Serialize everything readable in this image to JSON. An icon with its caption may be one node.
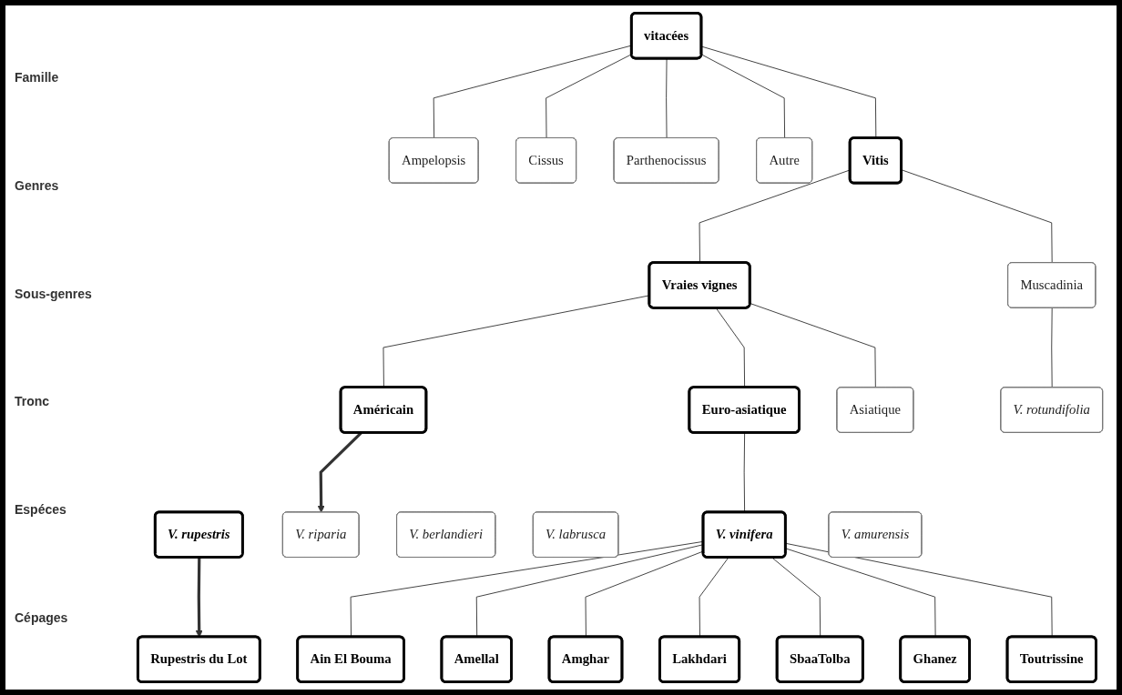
{
  "diagram": {
    "nodes": [
      {
        "text": [
          "vitacées"
        ]
      },
      {
        "text": [
          "Ampelopsis"
        ]
      },
      {
        "text": [
          "Cissus"
        ]
      },
      {
        "text": [
          "Parthenocissus"
        ]
      },
      {
        "text": [
          "Autre"
        ]
      },
      {
        "text": [
          "Vitis"
        ]
      },
      {
        "text": [
          "Vraies vignes"
        ]
      },
      {
        "text": [
          "Muscadinia"
        ]
      },
      {
        "text": [
          "Américain"
        ]
      },
      {
        "text": [
          "Euro-asiatique"
        ]
      },
      {
        "text": [
          "Asiatique"
        ]
      },
      {
        "text": [
          "V. rupestris"
        ]
      },
      {
        "text": [
          "V. riparia"
        ]
      },
      {
        "text": [
          "V. berlandieri"
        ]
      },
      {
        "text": [
          "V. labrusca"
        ]
      },
      {
        "text": [
          "V. vinifera"
        ]
      },
      {
        "text": [
          "V. amurensis"
        ]
      },
      {
        "text": [
          "V. rotundifolia"
        ]
      },
      {
        "text": [
          "Rupestris du Lot"
        ]
      },
      {
        "text": [
          "Ain El Bouma"
        ]
      },
      {
        "text": [
          "Amellal"
        ]
      },
      {
        "text": [
          "Amghar"
        ]
      },
      {
        "text": [
          "Lakhdari"
        ]
      },
      {
        "text": [
          "SbaaTolba"
        ]
      },
      {
        "text": [
          "Ghanez"
        ]
      },
      {
        "text": [
          "Toutrissine"
        ]
      }
    ],
    "edges": [
      {
        "from": 0,
        "to": 1,
        "arrow": "none"
      },
      {
        "from": 0,
        "to": 2,
        "arrow": "none"
      },
      {
        "from": 0,
        "to": 5,
        "arrow": "none"
      },
      {
        "from": 0,
        "to": 3,
        "arrow": "none"
      },
      {
        "from": 0,
        "to": 4,
        "arrow": "none"
      },
      {
        "from": 5,
        "to": 6,
        "arrow": "none"
      },
      {
        "from": 5,
        "to": 7,
        "arrow": "none"
      },
      {
        "from": 6,
        "to": 8,
        "arrow": "none"
      },
      {
        "from": 6,
        "to": 9,
        "arrow": "none"
      },
      {
        "from": 6,
        "to": 10,
        "arrow": "none"
      },
      {
        "from": 7,
        "to": 17,
        "arrow": "none"
      },
      {
        "from": 8,
        "to": 12,
        "arrow": "to",
        "style": "thick"
      },
      {
        "from": 9,
        "to": 15,
        "arrow": "none"
      },
      {
        "from": 11,
        "to": 18,
        "arrow": "to",
        "style": "thick"
      },
      {
        "from": 15,
        "to": 19,
        "arrow": "none"
      },
      {
        "from": 15,
        "to": 20,
        "arrow": "none"
      },
      {
        "from": 15,
        "to": 21,
        "arrow": "none"
      },
      {
        "from": 15,
        "to": 22,
        "arrow": "none"
      },
      {
        "from": 15,
        "to": 23,
        "arrow": "none"
      },
      {
        "from": 15,
        "to": 24,
        "arrow": "none"
      },
      {
        "from": 15,
        "to": 25,
        "arrow": "none"
      }
    ],
    "labels": [
      "Famille",
      "Genres",
      "Sous-genres",
      "Tronc",
      "Espéces",
      "Cépages"
    ]
  }
}
